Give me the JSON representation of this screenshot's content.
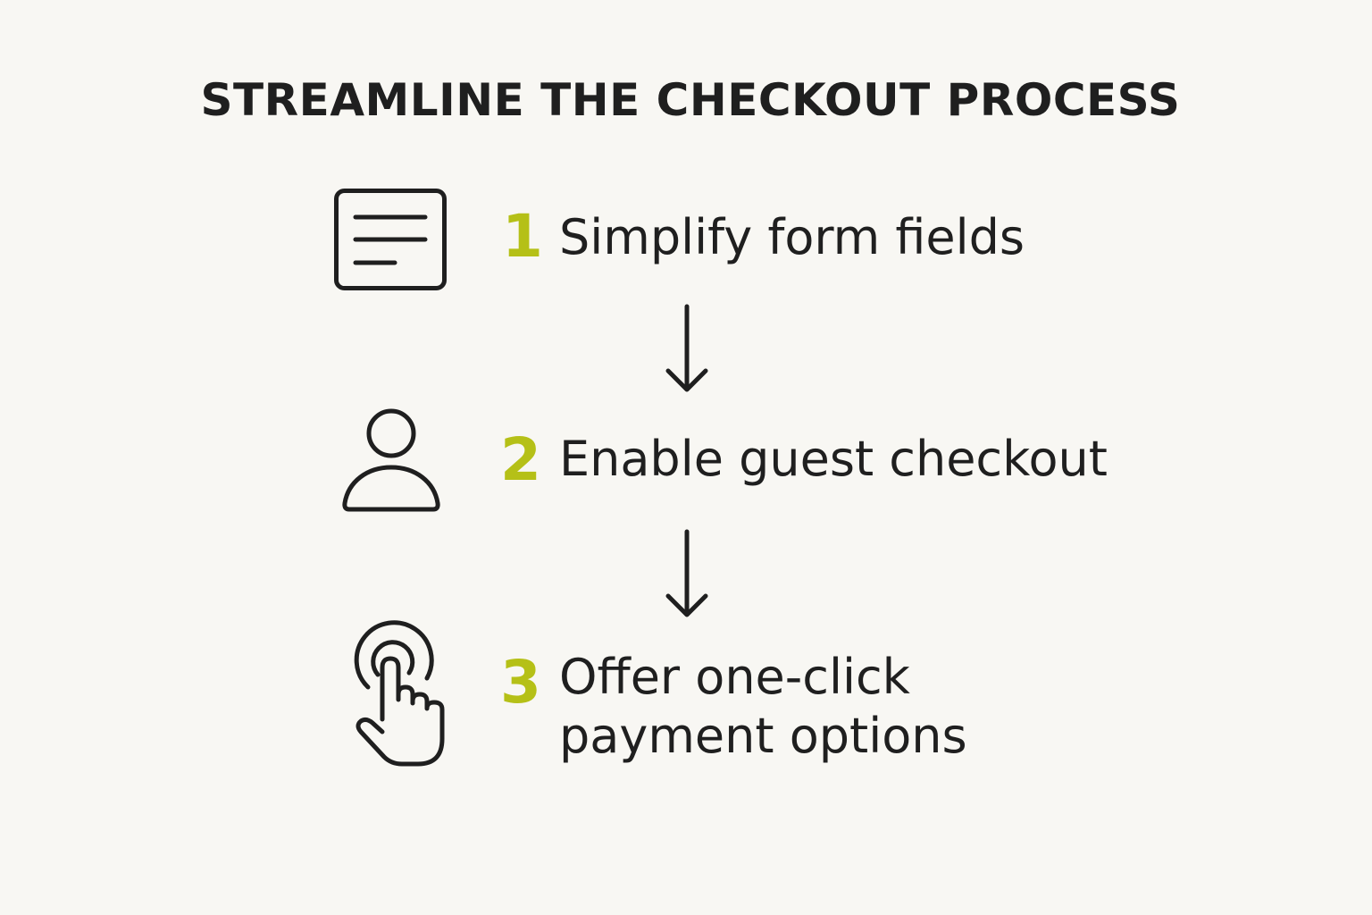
{
  "title": "STREAMLINE THE CHECKOUT PROCESS",
  "colors": {
    "background": "#f8f7f3",
    "text": "#1f1f1f",
    "accent": "#b5c017"
  },
  "steps": [
    {
      "number": "1",
      "text": "Simplify form fields",
      "icon": "form-icon"
    },
    {
      "number": "2",
      "text": "Enable guest checkout",
      "icon": "user-icon"
    },
    {
      "number": "3",
      "text_line1": "Offer one-click",
      "text_line2": "payment options",
      "icon": "tap-icon"
    }
  ]
}
